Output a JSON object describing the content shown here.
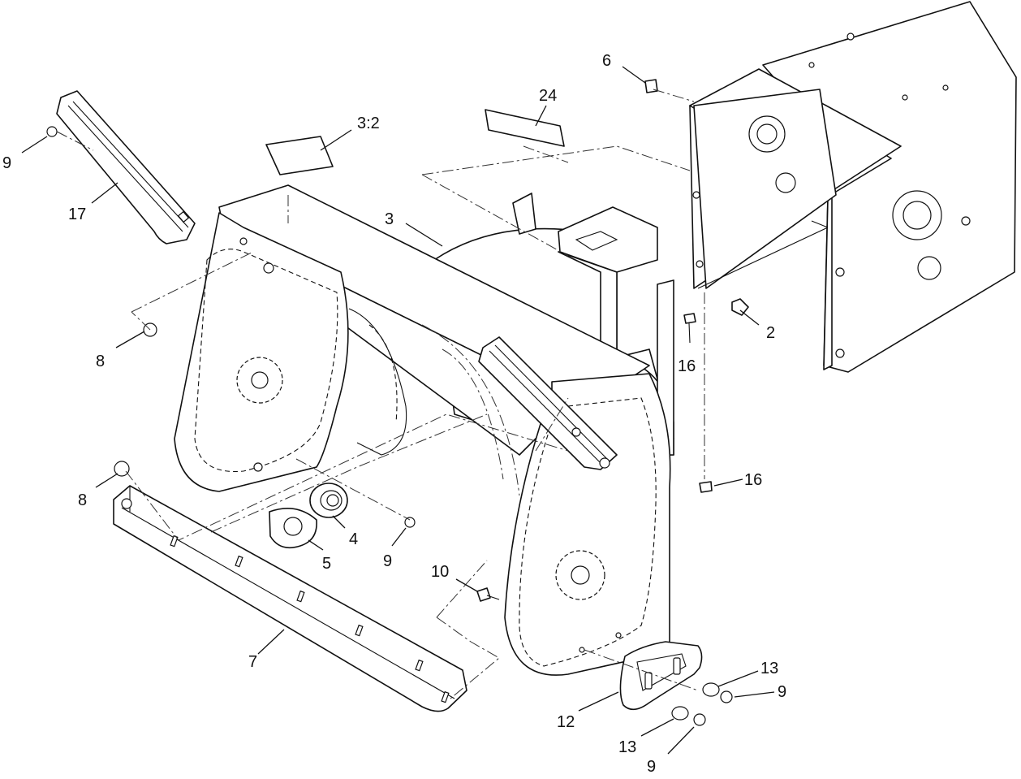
{
  "callouts": {
    "c_6": "6",
    "c_24": "24",
    "c_3_2": "3:2",
    "c_9_top": "9",
    "c_17": "17",
    "c_3": "3",
    "c_2": "2",
    "c_8_left": "8",
    "c_16_upper": "16",
    "c_16_lower": "16",
    "c_8_lower": "8",
    "c_4": "4",
    "c_5": "5",
    "c_9_mid": "9",
    "c_10": "10",
    "c_7": "7",
    "c_13_upper": "13",
    "c_9_right": "9",
    "c_12": "12",
    "c_13_lower": "13",
    "c_9_bottom": "9"
  }
}
